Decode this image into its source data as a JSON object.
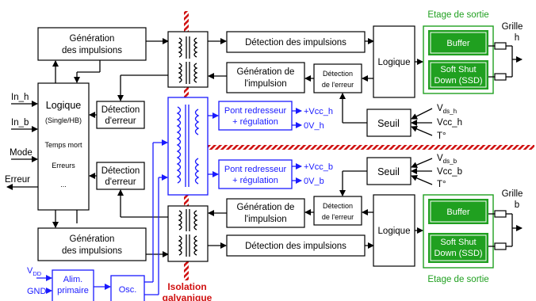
{
  "labels": {
    "gen_top": [
      "Génération",
      "des impulsions"
    ],
    "gen_bot": [
      "Génération",
      "des impulsions"
    ],
    "logique": "Logique",
    "logique_sub": "(Single/HB)",
    "temps_mort": "Temps mort",
    "erreurs": "Erreurs",
    "ellipsis": "...",
    "det_err_top": [
      "Détection",
      "d'erreur"
    ],
    "det_err_bot": [
      "Détection",
      "d'erreur"
    ],
    "det_imp_top": "Détection des impulsions",
    "det_imp_bot": "Détection des impulsions",
    "gen_imp_top": [
      "Génération de",
      "l'impulsion"
    ],
    "gen_imp_bot": [
      "Génération de",
      "l'impulsion"
    ],
    "det_err2_top": [
      "Détection",
      "de l'erreur"
    ],
    "det_err2_bot": [
      "Détection",
      "de l'erreur"
    ],
    "logique_r_top": "Logique",
    "logique_r_bot": "Logique",
    "buffer_top": "Buffer",
    "buffer_bot": "Buffer",
    "ssd_top": [
      "Soft Shut",
      "Down (SSD)"
    ],
    "ssd_bot": [
      "Soft Shut",
      "Down (SSD)"
    ],
    "etage_top": "Etage de sortie",
    "etage_bot": "Etage de sortie",
    "grille_h": [
      "Grille",
      "h"
    ],
    "grille_b": [
      "Grille",
      "b"
    ],
    "seuil_top": "Seuil",
    "seuil_bot": "Seuil",
    "vds_h": [
      "V",
      "ds_h"
    ],
    "vcc_h_in": "Vcc_h",
    "t_h": "T°",
    "vds_b": [
      "V",
      "ds_b"
    ],
    "vcc_b_in": "Vcc_b",
    "t_b": "T°",
    "pont_top": [
      "Pont redresseur",
      "+ régulation"
    ],
    "pont_bot": [
      "Pont redresseur",
      "+ régulation"
    ],
    "vcc_h_out": "+Vcc_h",
    "ov_h": "0V_h",
    "vcc_b_out": "+Vcc_b",
    "ov_b": "0V_b",
    "in_h": "In_h",
    "in_b": "In_b",
    "mode": "Mode",
    "erreur": "Erreur",
    "vdd": [
      "V",
      "DD"
    ],
    "gnd": "GND",
    "alim": [
      "Alim.",
      "primaire"
    ],
    "osc": "Osc.",
    "isolation": [
      "Isolation",
      "galvanique"
    ]
  },
  "colors": {
    "blue": "#1a1aff",
    "green": "#20a020",
    "red": "#d01010",
    "black": "#000000"
  }
}
